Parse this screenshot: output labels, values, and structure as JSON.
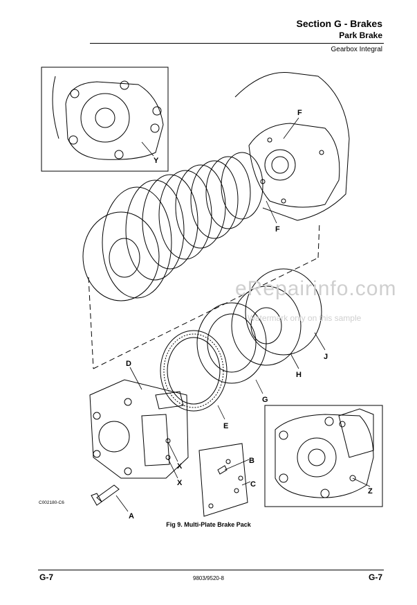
{
  "header": {
    "section_title": "Section G - Brakes",
    "subtitle": "Park Brake",
    "section_name": "Gearbox Integral"
  },
  "figure": {
    "caption": "Fig 9. Multi-Plate Brake Pack",
    "code": "C002180-C6",
    "labels": {
      "A": "A",
      "B": "B",
      "C": "C",
      "D": "D",
      "E": "E",
      "F": "F",
      "G": "G",
      "H": "H",
      "J": "J",
      "X": "X",
      "Y": "Y",
      "Z": "Z"
    }
  },
  "watermark": {
    "site": "eRepairinfo.com",
    "note": "Watermark only on this sample"
  },
  "footer": {
    "page_left": "G-7",
    "doc_number": "9803/9520-8",
    "page_right": "G-7"
  }
}
